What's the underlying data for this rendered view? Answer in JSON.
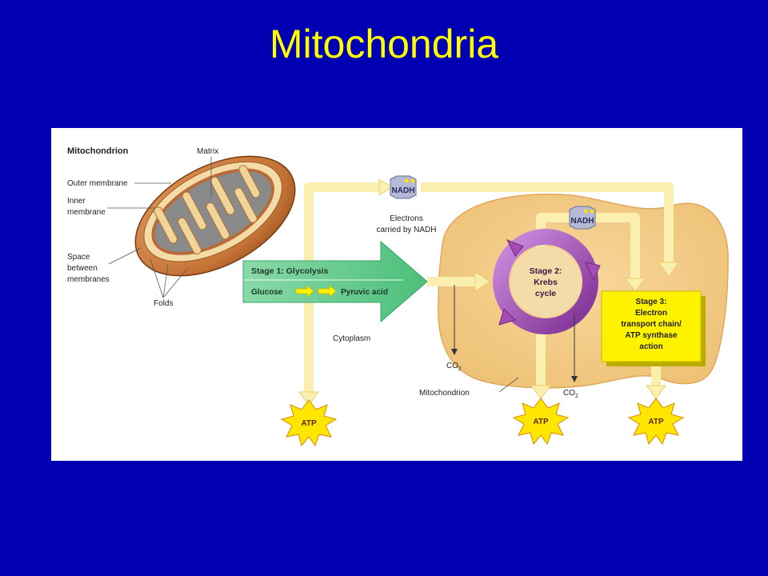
{
  "slide": {
    "title": "Mitochondria"
  },
  "figure": {
    "mito_heading": "Mitochondrion",
    "label_matrix": "Matrix",
    "label_outer": "Outer membrane",
    "label_inner_1": "Inner",
    "label_inner_2": "membrane",
    "label_space_1": "Space",
    "label_space_2": "between",
    "label_space_3": "membranes",
    "label_folds": "Folds",
    "nadh_1": "NADH",
    "nadh_2": "NADH",
    "electrons_1": "Electrons",
    "electrons_2": "carried by NADH",
    "stage1_title": "Stage 1: Glycolysis",
    "glucose": "Glucose",
    "pyruvic": "Pyruvic acid",
    "cytoplasm": "Cytoplasm",
    "stage2_1": "Stage 2:",
    "stage2_2": "Krebs",
    "stage2_3": "cycle",
    "stage3_1": "Stage 3:",
    "stage3_2": "Electron",
    "stage3_3": "transport chain/",
    "stage3_4": "ATP synthase",
    "stage3_5": "action",
    "co2_1": "CO",
    "co2_1_sub": "2",
    "co2_2": "CO",
    "co2_2_sub": "2",
    "mitochondrion_label": "Mitochondrion",
    "atp_1": "ATP",
    "atp_2": "ATP",
    "atp_3": "ATP"
  },
  "colors": {
    "background": "#0000b3",
    "title": "#ffff00",
    "stage1_arrow": "#6fcf97",
    "mito_body": "#f2cb86",
    "stage3_box": "#fff200",
    "krebs_ring": "#a54bb5",
    "flow_arrows": "#fbefb0",
    "atp_star": "#ffe600"
  }
}
